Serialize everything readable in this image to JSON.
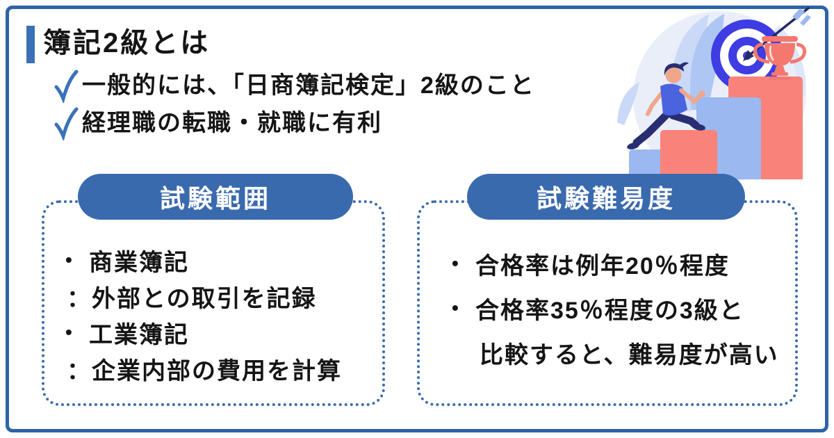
{
  "header": {
    "title": "簿記2級とは",
    "points": [
      {
        "text": "一般的には、「日商簿記検定」2級のこと"
      },
      {
        "text": "経理職の転職・就職に有利"
      }
    ]
  },
  "bullet_char": "•",
  "cards": [
    {
      "title": "試験範囲",
      "lines": [
        {
          "bullet": true,
          "text": "商業簿記"
        },
        {
          "bullet": false,
          "text": "：外部との取引を記録"
        },
        {
          "bullet": true,
          "text": "工業簿記"
        },
        {
          "bullet": false,
          "text": "：企業内部の費用を計算"
        }
      ]
    },
    {
      "title": "試験難易度",
      "lines": [
        {
          "bullet": true,
          "text": "合格率は例年20％程度"
        },
        {
          "bullet": true,
          "text": "合格率35％程度の3級と"
        },
        {
          "bullet": false,
          "text": "比較すると、難易度が高い"
        }
      ]
    }
  ],
  "illustration": {
    "description": "runner climbing stairs toward target, arrow and trophy"
  },
  "colors": {
    "frame_blue": "#2d63a7",
    "primary_blue": "#3a6aae",
    "title_bar_blue": "#3c6fb6",
    "check_blue": "#3a72ba",
    "text_black": "#151515",
    "illus_circle": "#e9eef9",
    "leaf_light": "#c9d9f7",
    "leaf_mid": "#aec6f3",
    "target_blue": "#3e3ce2",
    "arrow_navy": "#232a66",
    "feather_blue": "#9cb8f0",
    "coral": "#f9837a",
    "trophy_coral": "#f4786e",
    "step_blue": "#9cb8f0",
    "skin": "#f0a68b",
    "figure_navy": "#292e72",
    "shirt_blue": "#4a63de"
  }
}
